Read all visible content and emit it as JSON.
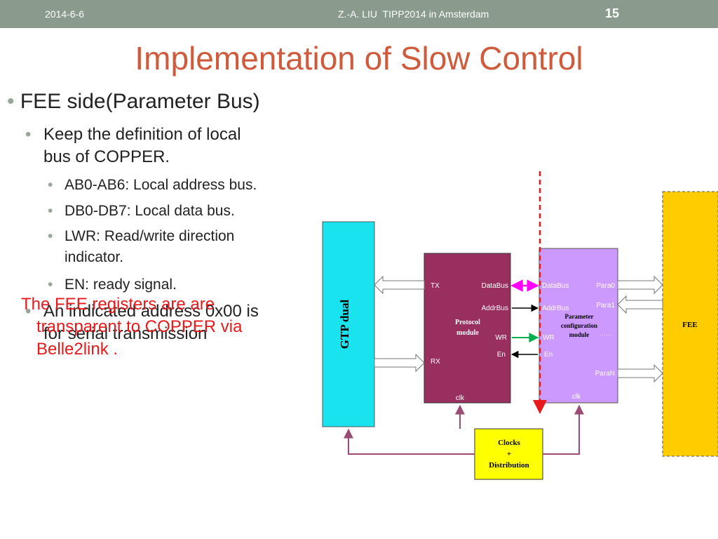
{
  "header": {
    "date": "2014-6-6",
    "footer": "Z.-A. LIU  TIPP2014 in Amsterdam",
    "page_number": "15"
  },
  "title": "Implementation of Slow Control",
  "bullets": {
    "l1": "FEE side(Parameter Bus)",
    "l2a_line1": "Keep the definition of  local",
    "l2a_line2": "bus of COPPER.",
    "l3a": "AB0-AB6: Local address bus.",
    "l3b": "DB0-DB7: Local data bus.",
    "l3c_line1": "LWR: Read/write direction",
    "l3c_line2": "indicator.",
    "l3d": "EN: ready signal.",
    "l2b_line1": "An indicated address 0x00 is",
    "l2b_line2": "for serial transmission"
  },
  "red_note": {
    "line1": "The FEE registers are are",
    "line2": "transparent to COPPER via",
    "line3": "Belle2link ."
  },
  "diagram": {
    "gtp": "GTP dual",
    "proto": {
      "name_line1": "Protocol",
      "name_line2": "module",
      "tx": "TX",
      "rx": "RX",
      "databus": "DataBus",
      "addrbus": "AddrBus",
      "wr": "WR",
      "en": "En",
      "clk": "clk"
    },
    "param": {
      "name_line1": "Parameter",
      "name_line2": "configuration",
      "name_line3": "module",
      "databus": "DataBus",
      "addrbus": "AddrBus",
      "wr": "WR",
      "en": "En",
      "para0": "Para0",
      "para1": "Para1",
      "dots": "……",
      "paran": "ParaN",
      "clk": "clk"
    },
    "fee": "FEE",
    "clocks_line1": "Clocks",
    "clocks_line2": "+",
    "clocks_line3": "Distribution",
    "colors": {
      "gtp": "#19e3ee",
      "protocol": "#982f5f",
      "param": "#cc99ff",
      "fee": "#ffcc00",
      "clocks": "#ffff00",
      "clock_lines": "#9c4c74",
      "dashed_red": "#e8191a",
      "databus_arrow": "#ff00ff",
      "wr_arrow": "#00b050"
    }
  }
}
